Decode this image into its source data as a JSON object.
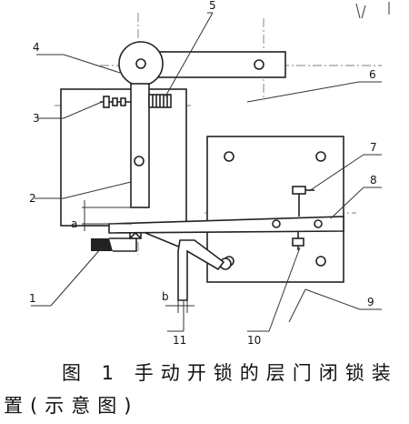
{
  "labels": {
    "n1": "1",
    "n2": "2",
    "n3": "3",
    "n4": "4",
    "n5": "5",
    "n6": "6",
    "n7": "7",
    "n8": "8",
    "n9": "9",
    "n10": "10",
    "n11": "11",
    "a": "a",
    "b": "b"
  },
  "caption": {
    "line1": "图 1  手动开锁的层门闭锁装",
    "line2": "置(示意图)"
  }
}
